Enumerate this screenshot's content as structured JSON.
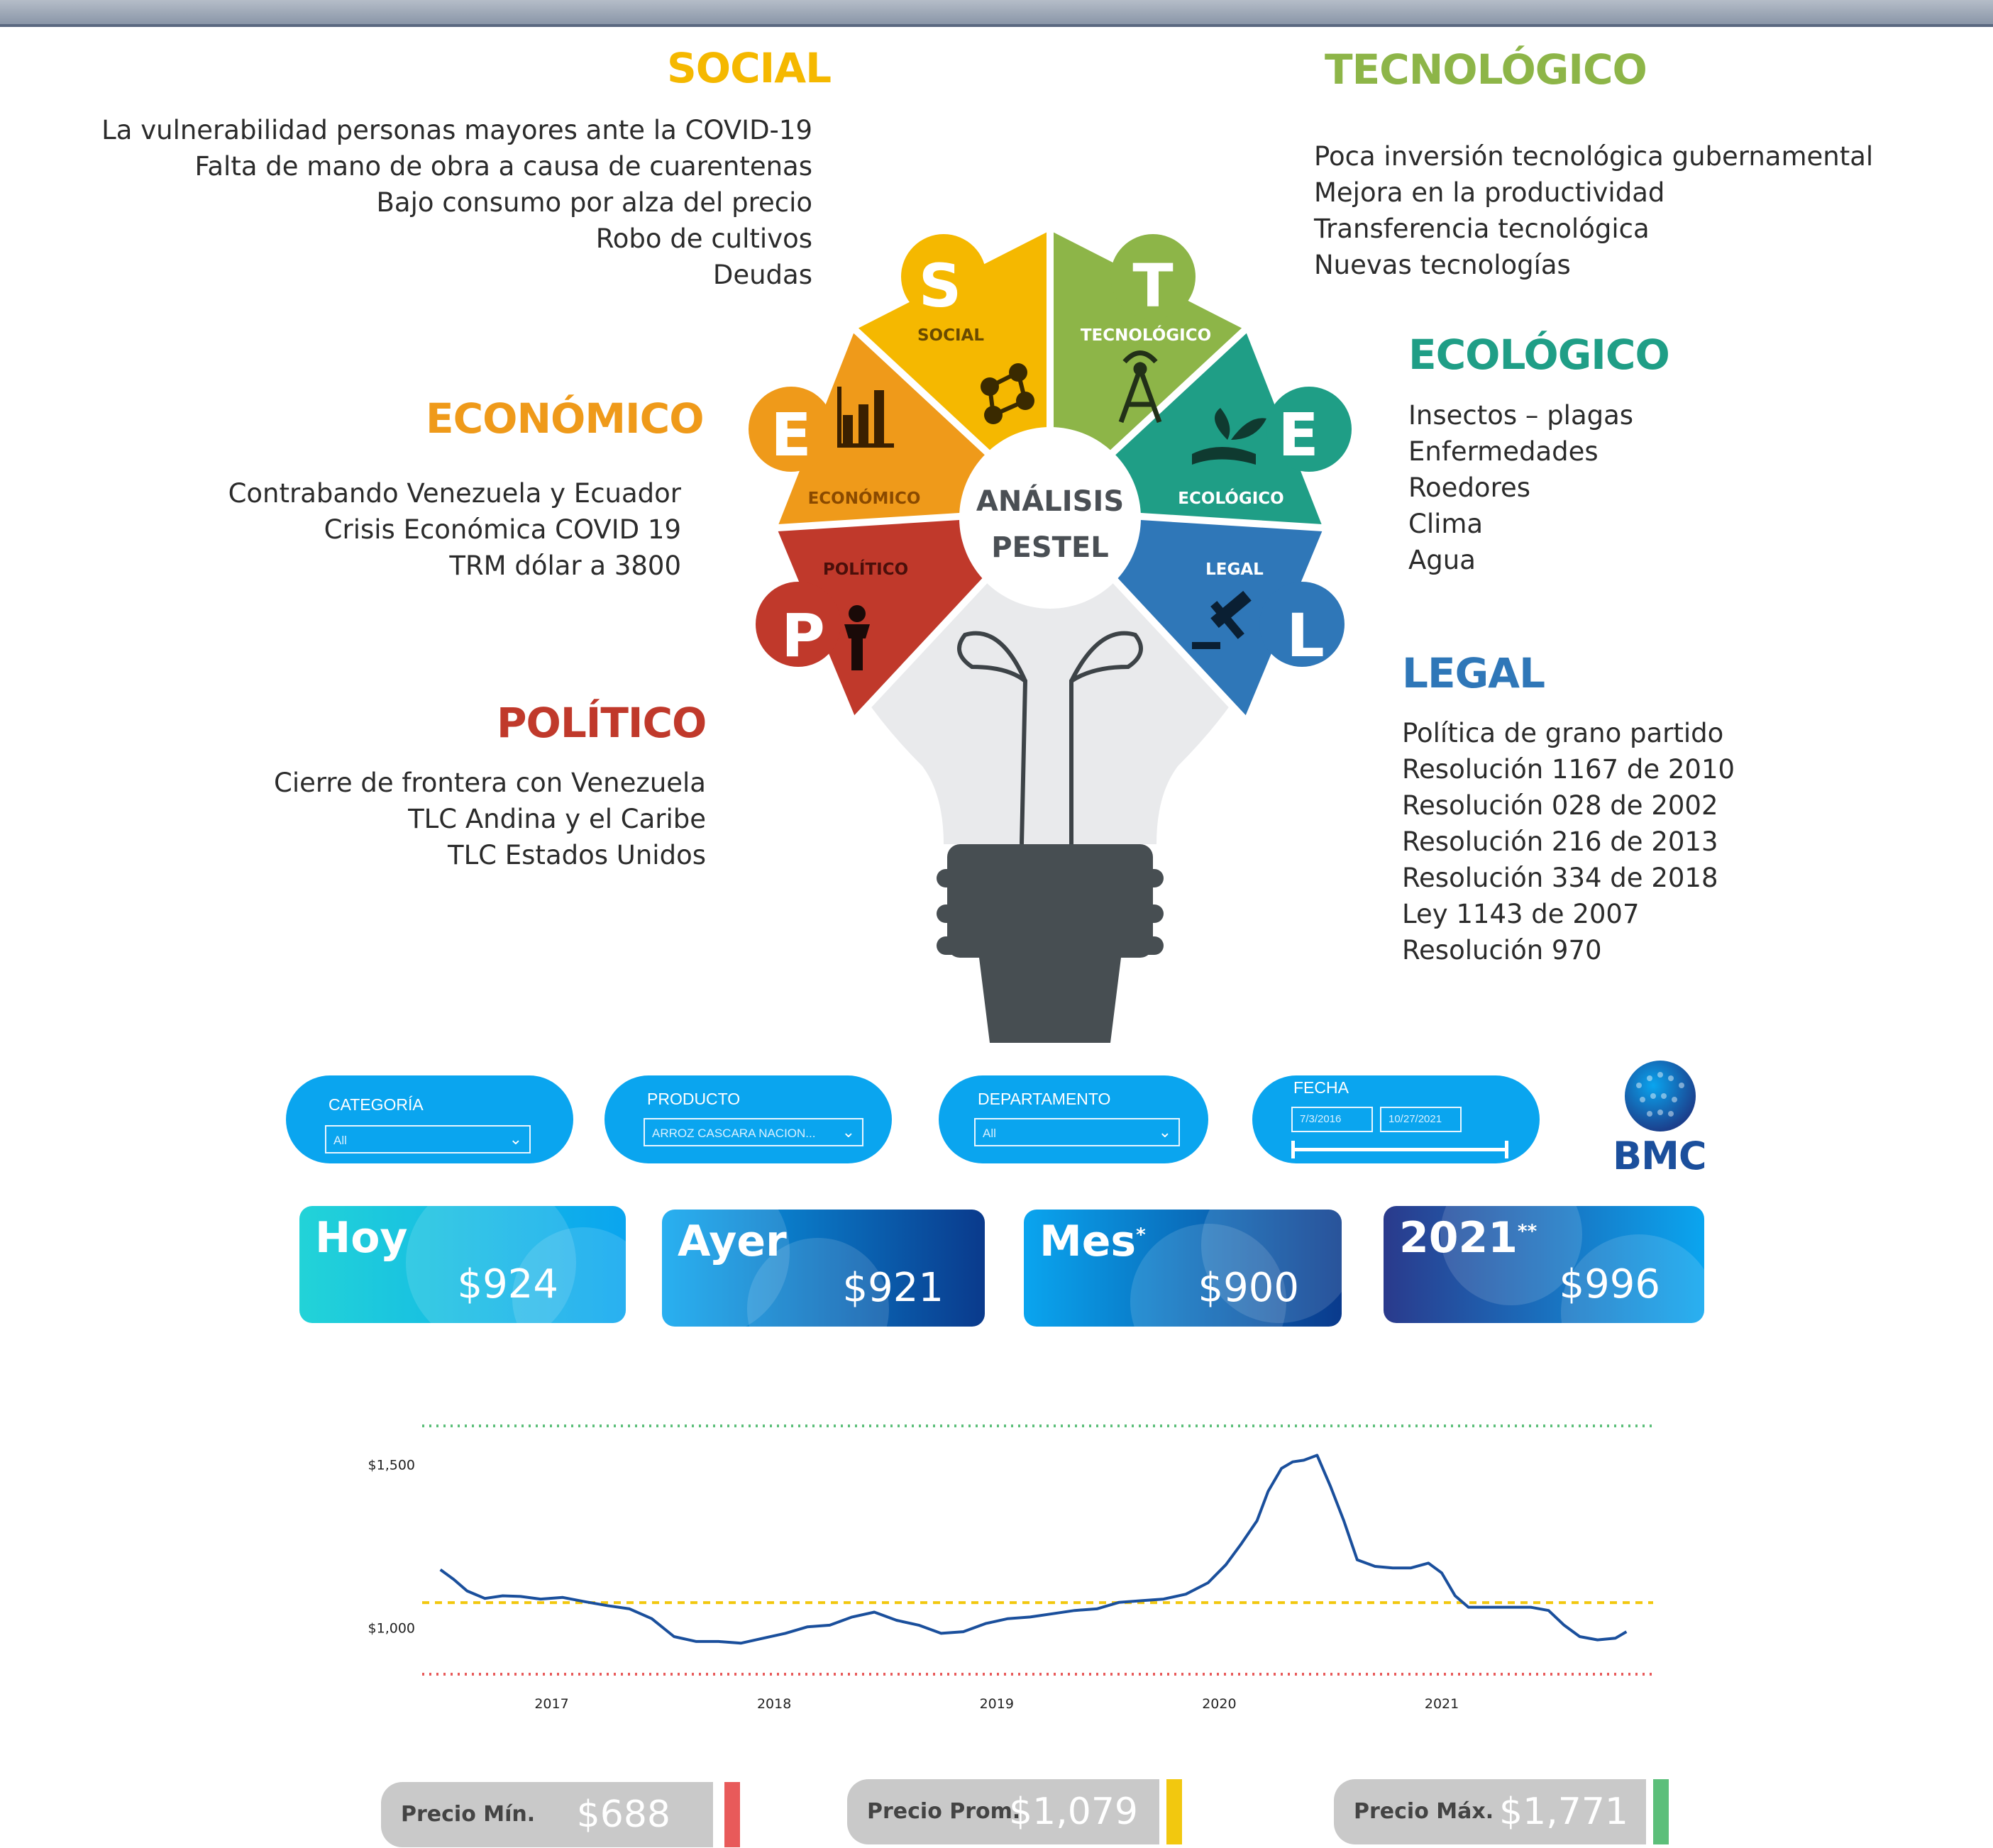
{
  "pestel": {
    "center_line1": "ANÁLISIS",
    "center_line2": "PESTEL",
    "social": {
      "title": "SOCIAL",
      "letter": "S",
      "wedge_label": "SOCIAL",
      "color": "#f5b800",
      "items": [
        "La vulnerabilidad personas mayores ante la COVID-19",
        "Falta de mano de obra a causa de cuarentenas",
        "Bajo consumo por alza del precio",
        "Robo de cultivos",
        "Deudas"
      ]
    },
    "tecnologico": {
      "title": "TECNOLÓGICO",
      "letter": "T",
      "wedge_label": "TECNOLÓGICO",
      "color": "#8db548",
      "items": [
        "Poca inversión tecnológica gubernamental",
        "Mejora en la productividad",
        "Transferencia tecnológica",
        "Nuevas tecnologías"
      ]
    },
    "economico": {
      "title": "ECONÓMICO",
      "letter": "E",
      "wedge_label": "ECONÓMICO",
      "color": "#ef9a1a",
      "items": [
        "Contrabando Venezuela y Ecuador",
        "Crisis Económica COVID 19",
        "TRM dólar a 3800"
      ]
    },
    "ecologico": {
      "title": "ECOLÓGICO",
      "letter": "E",
      "wedge_label": "ECOLÓGICO",
      "color": "#1f9e86",
      "items": [
        "Insectos – plagas",
        "Enfermedades",
        "Roedores",
        "Clima",
        "Agua"
      ]
    },
    "politico": {
      "title": "POLÍTICO",
      "letter": "P",
      "wedge_label": "POLÍTICO",
      "color": "#c0392b",
      "items": [
        "Cierre de frontera con Venezuela",
        "TLC Andina y el Caribe",
        "TLC Estados Unidos"
      ]
    },
    "legal": {
      "title": "LEGAL",
      "letter": "L",
      "wedge_label": "LEGAL",
      "color": "#2f77b8",
      "items": [
        "Política de grano partido",
        "Resolución 1167 de 2010",
        "Resolución 028 de 2002",
        "Resolución 216 de 2013",
        "Resolución 334 de 2018",
        "Ley 1143 de 2007",
        "Resolución 970"
      ]
    }
  },
  "filters": {
    "categoria": {
      "label": "CATEGORÍA",
      "value": "All"
    },
    "producto": {
      "label": "PRODUCTO",
      "value": "ARROZ CASCARA NACION..."
    },
    "departamento": {
      "label": "DEPARTAMENTO",
      "value": "All"
    },
    "fecha": {
      "label": "FECHA",
      "start": "7/3/2016",
      "end": "10/27/2021"
    }
  },
  "logo": {
    "text": "BMC"
  },
  "cards": [
    {
      "title": "Hoy",
      "value": "$924"
    },
    {
      "title": "Ayer",
      "value": "$921"
    },
    {
      "title": "Mes",
      "marker": "*",
      "value": "$900"
    },
    {
      "title": "2021",
      "marker": "**",
      "value": "$996"
    }
  ],
  "stats": {
    "min": {
      "label": "Precio Mín.",
      "value": "$688",
      "color": "#e85a5a"
    },
    "avg": {
      "label": "Precio Prom.",
      "value": "$1,079",
      "color": "#f2c80f"
    },
    "max": {
      "label": "Precio Máx.",
      "value": "$1,771",
      "color": "#5cbf7a"
    }
  },
  "chart_data": {
    "type": "line",
    "y_ticks": [
      "$1,500",
      "$1,000"
    ],
    "x_ticks": [
      "2017",
      "2018",
      "2019",
      "2020",
      "2021"
    ],
    "ylim": [
      860,
      1620
    ],
    "reference_lines": [
      {
        "value": 1771,
        "color": "#5cbf7a",
        "style": "dotted"
      },
      {
        "value": 1079,
        "color": "#f2c80f",
        "style": "dashed"
      },
      {
        "value": 688,
        "color": "#e85a5a",
        "style": "dotted"
      }
    ],
    "series": [
      {
        "color": "#1a4f9c",
        "x": [
          2016.5,
          2016.56,
          2016.62,
          2016.7,
          2016.78,
          2016.86,
          2016.95,
          2017.05,
          2017.15,
          2017.25,
          2017.35,
          2017.45,
          2017.55,
          2017.65,
          2017.75,
          2017.85,
          2017.95,
          2018.05,
          2018.15,
          2018.25,
          2018.35,
          2018.45,
          2018.55,
          2018.65,
          2018.75,
          2018.85,
          2018.95,
          2019.05,
          2019.15,
          2019.25,
          2019.35,
          2019.45,
          2019.55,
          2019.65,
          2019.75,
          2019.85,
          2019.95,
          2020.03,
          2020.1,
          2020.17,
          2020.22,
          2020.28,
          2020.33,
          2020.38,
          2020.44,
          2020.5,
          2020.56,
          2020.62,
          2020.7,
          2020.78,
          2020.86,
          2020.94,
          2021.0,
          2021.06,
          2021.12,
          2021.2,
          2021.3,
          2021.4,
          2021.48,
          2021.55,
          2021.62,
          2021.7,
          2021.78,
          2021.83
        ],
        "y": [
          1180,
          1150,
          1115,
          1092,
          1100,
          1098,
          1090,
          1095,
          1082,
          1070,
          1060,
          1030,
          975,
          960,
          960,
          955,
          970,
          985,
          1005,
          1010,
          1035,
          1050,
          1025,
          1010,
          985,
          990,
          1015,
          1030,
          1035,
          1045,
          1055,
          1060,
          1080,
          1085,
          1090,
          1105,
          1140,
          1195,
          1260,
          1330,
          1420,
          1490,
          1510,
          1515,
          1530,
          1435,
          1330,
          1210,
          1190,
          1185,
          1185,
          1200,
          1170,
          1100,
          1065,
          1065,
          1065,
          1065,
          1055,
          1010,
          975,
          965,
          970,
          990
        ]
      }
    ]
  }
}
